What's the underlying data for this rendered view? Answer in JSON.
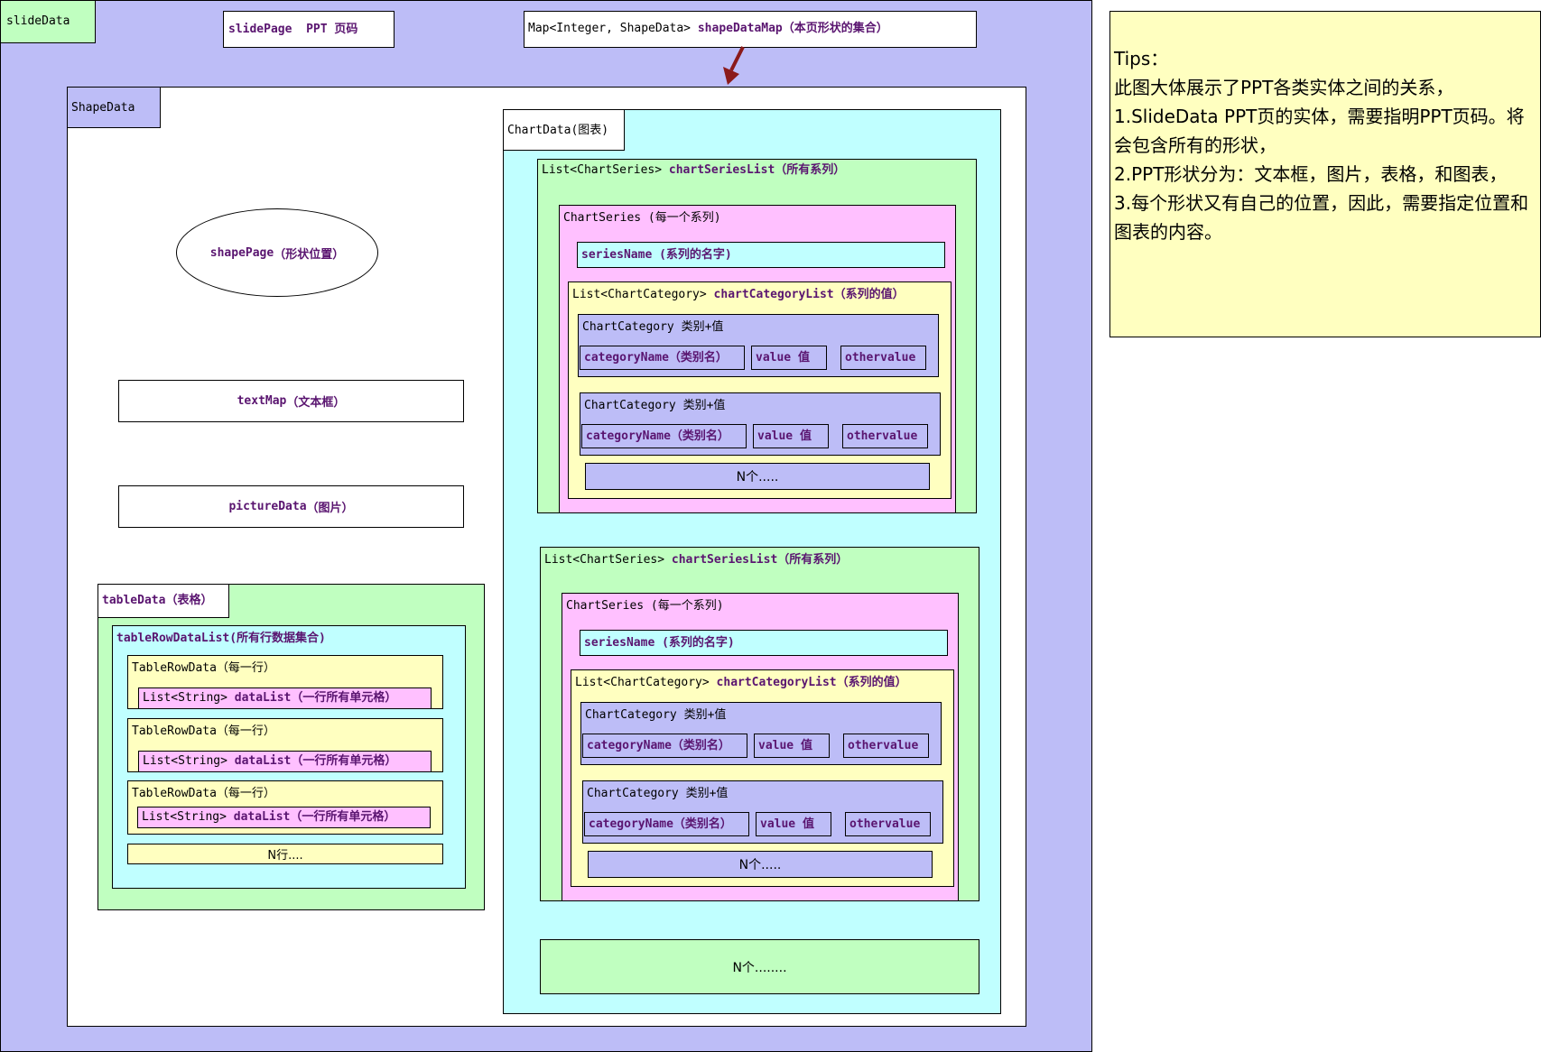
{
  "slide": {
    "label": "slideData",
    "slide_page_key": "slidePage",
    "slide_page_desc": "PPT 页码",
    "shape_map_type": "Map<Integer, ShapeData>",
    "shape_map_key": "shapeDataMap",
    "shape_map_desc": "（本页形状的集合）"
  },
  "shape": {
    "label": "ShapeData",
    "shape_page_key": "shapePage",
    "shape_page_desc": "（形状位置）",
    "text_map_key": "textMap",
    "text_map_desc": "（文本框）",
    "picture_key": "pictureData",
    "picture_desc": "（图片）"
  },
  "table": {
    "key": "tableData",
    "desc": "（表格）",
    "row_list_key": "tableRowDataList",
    "row_list_desc": "(所有行数据集合)",
    "row_label": "TableRowData（每一行）",
    "data_type": "List<String>",
    "data_key": "dataList",
    "data_desc": "（一行所有单元格）",
    "more_rows": "N行...."
  },
  "chart": {
    "label": "ChartData(图表)",
    "series_list_type": "List<ChartSeries>",
    "series_list_key": "chartSeriesList",
    "series_list_desc": "（所有系列）",
    "series_label": "ChartSeries  (每一个系列)",
    "series_name_key": "seriesName",
    "series_name_desc": "  (系列的名字)",
    "category_list_type": "List<ChartCategory>",
    "category_list_key": "chartCategoryList",
    "category_list_desc": "（系列的值）",
    "category_label": "ChartCategory 类别+值",
    "category_name_key": "categoryName",
    "category_name_desc": "（类别名）",
    "value_key": "value",
    "value_desc": " 值",
    "othervalue_key": "othervalue",
    "more_categories": "N个.....",
    "more_series": "N个........"
  },
  "tips": {
    "title": "Tips：",
    "line1": "此图大体展示了PPT各类实体之间的关系，",
    "line2": "1.SlideData PPT页的实体，需要指明PPT页码。将会包含所有的形状，",
    "line3": "2.PPT形状分为：文本框，图片，表格，和图表，",
    "line4": "3.每个形状又有自己的位置，因此，需要指定位置和图表的内容。"
  },
  "colors": {
    "slide_bg": "#bdbdf7",
    "green": "#c0ffc0",
    "cyan": "#c0ffff",
    "pink": "#ffc0ff",
    "yellow": "#ffffc0",
    "keyword": "#5a1570",
    "arrow": "#8b1a1a"
  }
}
